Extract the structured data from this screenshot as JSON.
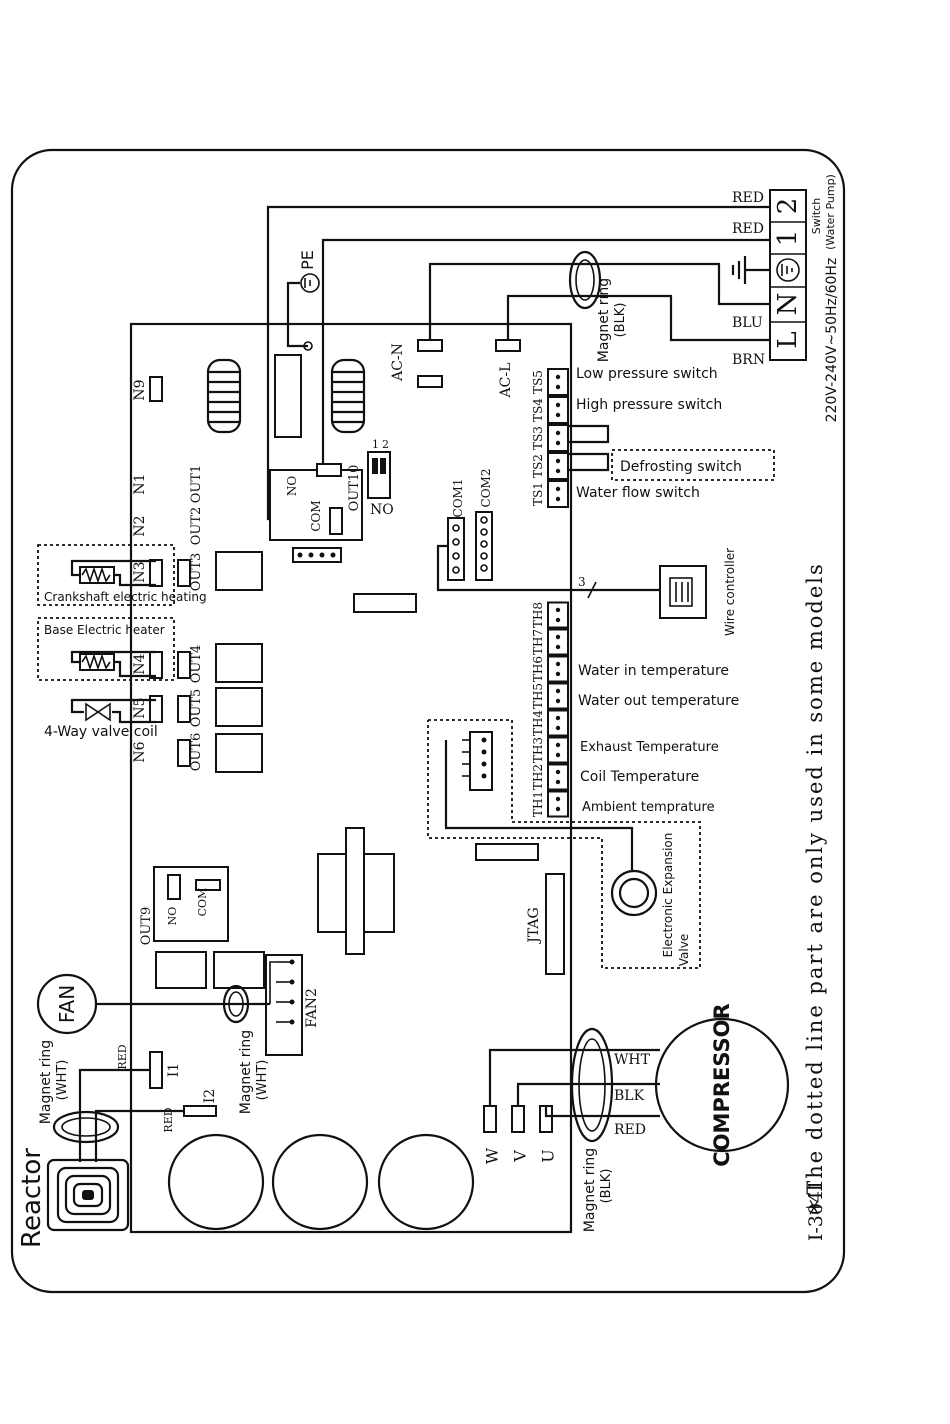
{
  "code": "I-3041",
  "note": "＊The dotted line part are only used in some models",
  "power": {
    "supply": "220V-240V~50Hz/60Hz",
    "switch_label": "Switch",
    "switch_sub": "(Water Pump)",
    "term_1": "1",
    "term_2": "2",
    "term_L": "L",
    "term_N": "N",
    "wire_red1": "RED",
    "wire_red2": "RED",
    "wire_blu": "BLU",
    "wire_brn": "BRN",
    "pe": "PE"
  },
  "magnet_top": {
    "title": "Magnet ring",
    "sub": "(BLK)"
  },
  "board": {
    "ac_n": "AC-N",
    "ac_l": "AC-L",
    "n9": "N9",
    "n1": "N1",
    "n2": "N2",
    "n3": "N3",
    "n4": "N4",
    "n5": "N5",
    "n6": "N6",
    "out1": "OUT1",
    "out2": "OUT2",
    "out3": "OUT3",
    "out4": "OUT4",
    "out5": "OUT5",
    "out6": "OUT6",
    "out9": "OUT9",
    "out10": "OUT10",
    "relay10_no": "NO",
    "relay10_com": "COM",
    "out10_no": "NO",
    "dip_1": "1",
    "dip_2": "2",
    "com1": "COM1",
    "com2": "COM2",
    "relay9_no": "NO",
    "relay9_com": "COM",
    "jtag": "JTAG",
    "fan2": "FAN2",
    "i1": "I1",
    "i2": "I2",
    "w": "W",
    "v": "V",
    "u": "U",
    "wire3": "3",
    "ts": [
      "TS1",
      "TS2",
      "TS3",
      "TS4",
      "TS5"
    ],
    "th": [
      "TH1",
      "TH2",
      "TH3",
      "TH4",
      "TH5",
      "TH6",
      "TH7",
      "TH8"
    ]
  },
  "sensors": {
    "low_pressure": "Low pressure switch",
    "high_pressure": "High pressure switch",
    "defrosting": "Defrosting switch",
    "water_flow": "Water flow switch",
    "wire_controller": "Wire controller",
    "water_in": "Water in temperature",
    "water_out": "Water out temperature",
    "exhaust": "Exhaust Temperature",
    "coil": "Coil Temperature",
    "ambient": "Ambient temprature",
    "eev_1": "Electronic Expansion",
    "eev_2": "Valve"
  },
  "loads": {
    "crankshaft": "Crankshaft electric heating",
    "base_heater": "Base Electric heater",
    "four_way": "4-Way valve coil",
    "fan": "FAN",
    "magnet_fan_title": "Magnet ring",
    "magnet_fan_sub": "(WHT)",
    "magnet_reactor_title": "Magnet ring",
    "magnet_reactor_sub": "(WHT)",
    "reactor": "Reactor",
    "red_i1": "RED",
    "red_i2": "RED"
  },
  "compressor": {
    "label": "COMPRESSOR",
    "wht": "WHT",
    "blk": "BLK",
    "red": "RED",
    "magnet_title": "Magnet ring",
    "magnet_sub": "(BLK)"
  }
}
